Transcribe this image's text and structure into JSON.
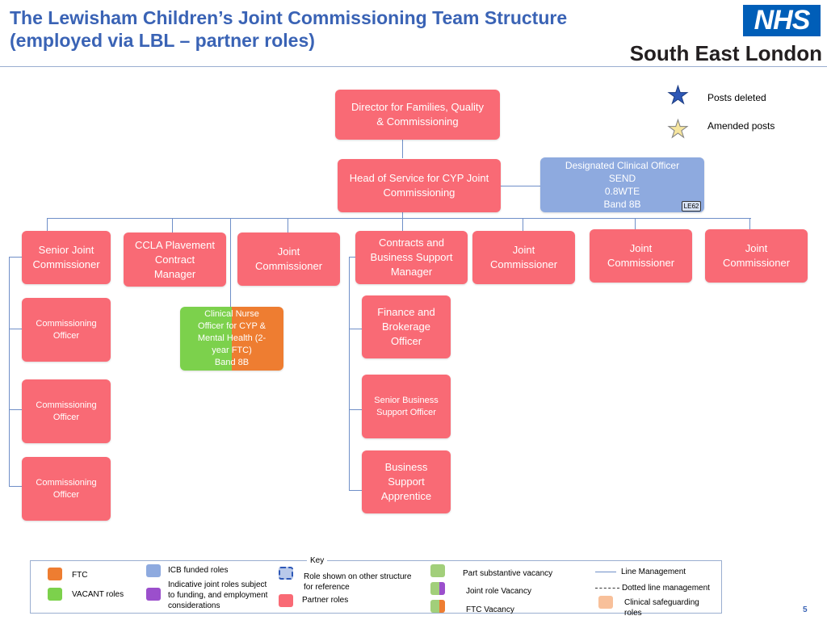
{
  "header": {
    "title_line1": "The Lewisham Children’s Joint Commissioning Team Structure",
    "title_line2": "(employed via LBL – partner roles)",
    "logo_nhs": "NHS",
    "logo_sub": "South East London"
  },
  "legend": {
    "posts_deleted": "Posts deleted",
    "amended_posts": "Amended posts",
    "deleted_color": "#2e58b7",
    "amended_color": "#f6e59e"
  },
  "boxes": {
    "director": [
      "Director for Families, Quality",
      "& Commissioning"
    ],
    "head": [
      "Head of Service for CYP Joint",
      "Commissioning"
    ],
    "dco": [
      "Designated Clinical Officer",
      "SEND",
      "0.8WTE",
      "Band 8B"
    ],
    "dco_tag": "LE62",
    "senior_jc": [
      "Senior Joint",
      "Commissioner"
    ],
    "ccla": [
      "CCLA Plavement",
      "Contract",
      "Manager"
    ],
    "jc1": [
      "Joint",
      "Commissioner"
    ],
    "contracts": [
      "Contracts and",
      "Business Support",
      "Manager"
    ],
    "jc2": [
      "Joint",
      "Commissioner"
    ],
    "jc3": [
      "Joint",
      "Commissioner"
    ],
    "jc4": [
      "Joint",
      "Commissioner"
    ],
    "co1": [
      "Commissioning",
      "Officer"
    ],
    "co2": [
      "Commissioning",
      "Officer"
    ],
    "co3": [
      "Commissioning",
      "Officer"
    ],
    "nurse": [
      "Clinical Nurse",
      "Officer for CYP &",
      "Mental Health (2-",
      "year FTC)",
      "Band 8B"
    ],
    "finance": [
      "Finance and",
      "Brokerage",
      "Officer"
    ],
    "sbso": [
      "Senior Business",
      "Support Officer"
    ],
    "apprentice": [
      "Business",
      "Support",
      "Apprentice"
    ]
  },
  "key": {
    "title": "Key",
    "ftc": "FTC",
    "vacant": "VACANT roles",
    "icb": "ICB funded roles",
    "indicative": [
      "Indicative joint roles subject",
      "to funding, and employment",
      "considerations"
    ],
    "other_structure": "Role shown on other structure",
    "for_reference": "for reference",
    "partner": "Partner  roles",
    "part_substantive": "Part substantive vacancy",
    "joint_role_vacancy": "Joint role Vacancy",
    "ftc_vacancy": "FTC Vacancy",
    "line_mgmt": "Line Management",
    "dotted_mgmt": "Dotted line management",
    "clinical_safeguarding": [
      "Clinical safeguarding",
      "roles"
    ]
  },
  "page_number": "5"
}
